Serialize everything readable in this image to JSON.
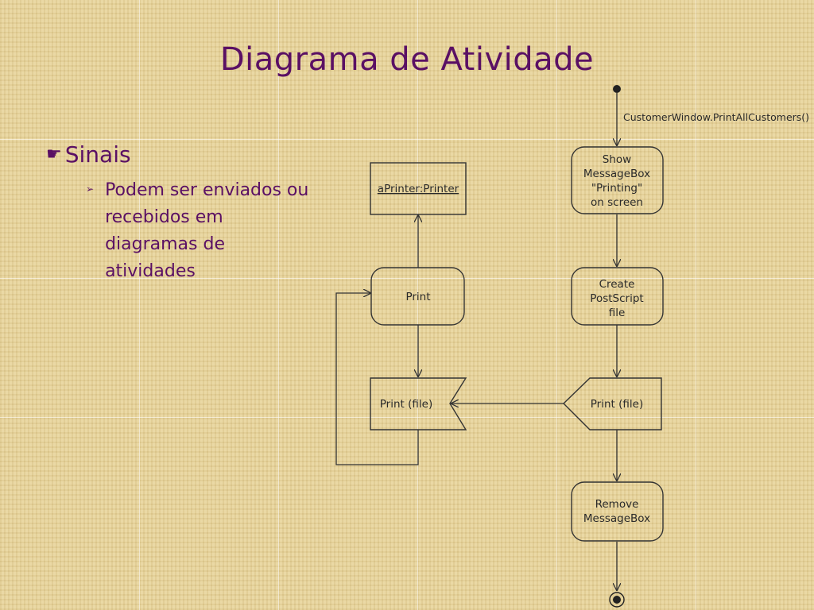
{
  "slide": {
    "title": "Diagrama de Atividade",
    "bullet": "Sinais",
    "subbullet": "Podem ser enviados ou recebidos em diagramas de atividades",
    "bullet_icon": "pointing-hand-icon",
    "subbullet_icon": "arrowhead-bullet-icon"
  },
  "diagram": {
    "edge_label": "CustomerWindow.PrintAllCustomers()",
    "object_label": "aPrinter:Printer",
    "show_lines": [
      "Show",
      "MessageBox",
      "\"Printing\"",
      "on screen"
    ],
    "create_lines": [
      "Create",
      "PostScript",
      "file"
    ],
    "send_label": "Print (file)",
    "receive_label": "Print (file)",
    "print_label": "Print",
    "remove_lines": [
      "Remove",
      "MessageBox"
    ]
  }
}
